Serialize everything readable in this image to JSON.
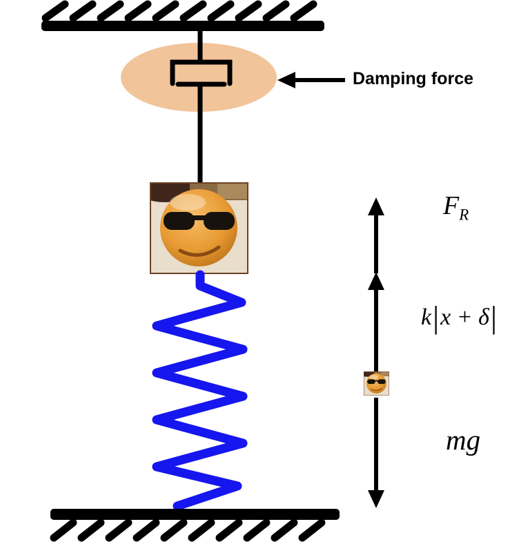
{
  "diagram": {
    "description": "Spring-mass-damper free body diagram",
    "labels": {
      "damping_force": "Damping force",
      "resistive_force": {
        "main": "F",
        "sub": "R"
      },
      "spring_force": {
        "coef": "k",
        "bar": "|",
        "expr": "x + δ"
      },
      "weight": "mg"
    },
    "colors": {
      "spring": "#1616ee",
      "damper_ellipse": "#f2c49a",
      "structure": "#000000",
      "background": "#ffffff"
    }
  }
}
